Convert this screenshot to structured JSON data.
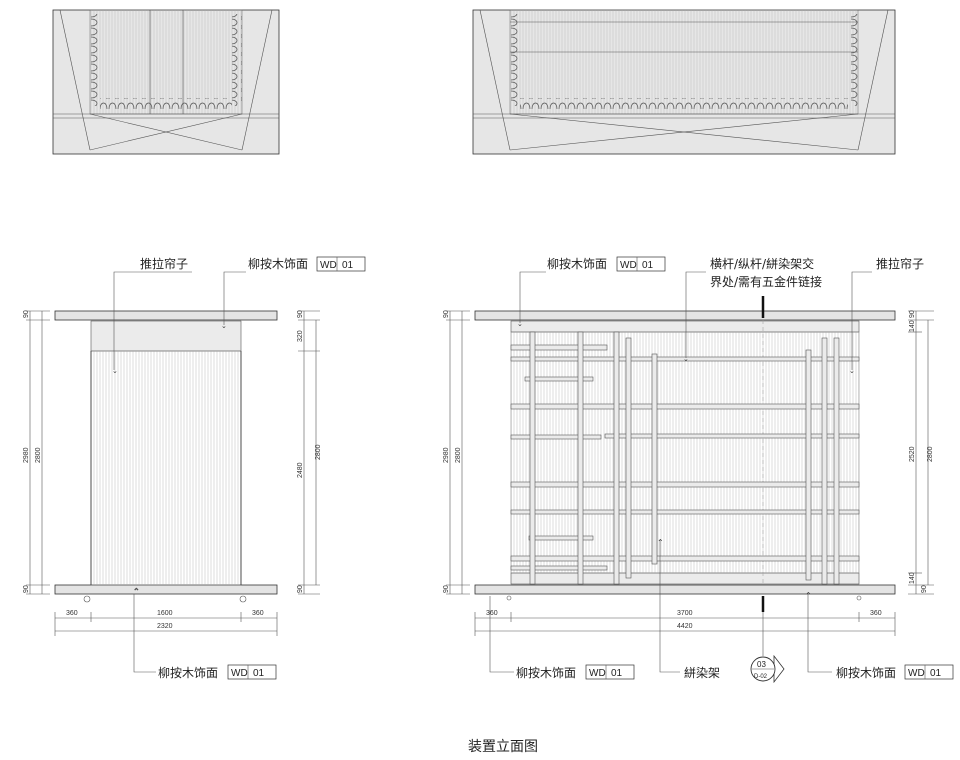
{
  "caption": "装置立面图",
  "left_elevation": {
    "labels": {
      "curtain": "推拉帘子",
      "veneer_top": "柳按木饰面",
      "veneer_bottom": "柳按木饰面"
    },
    "tag_code": "WD",
    "tag_num": "01",
    "dims_left": {
      "d1": "90",
      "d2": "2980",
      "d3": "2800",
      "d4": "90"
    },
    "dims_right": {
      "d1": "90",
      "d2": "320",
      "d3": "2800",
      "d4": "2480",
      "d5": "90"
    },
    "dims_bottom": {
      "b1": "360",
      "b2": "1600",
      "b3": "360",
      "total": "2320"
    }
  },
  "right_elevation": {
    "labels": {
      "veneer_top": "柳按木饰面",
      "joint_note_1": "横杆/纵杆/絣染架交",
      "joint_note_2": "界处/需有五金件链接",
      "curtain": "推拉帘子",
      "veneer_bottom_left": "柳按木饰面",
      "rack": "絣染架",
      "veneer_bottom_right": "柳按木饰面"
    },
    "tag_code": "WD",
    "tag_num": "01",
    "section_marker": {
      "num": "03",
      "ref": "D-02"
    },
    "dims_left": {
      "d1": "90",
      "d2": "2980",
      "d3": "2800",
      "d4": "90"
    },
    "dims_right": {
      "d1": "90",
      "d2": "140",
      "d3": "2520",
      "d4": "2800",
      "d5": "140",
      "d6": "90"
    },
    "dims_bottom": {
      "b1": "360",
      "b2": "3700",
      "b3": "360",
      "total": "4420"
    }
  }
}
